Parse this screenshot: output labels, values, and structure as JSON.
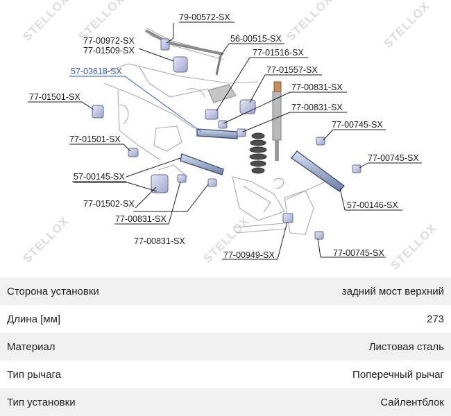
{
  "diagram": {
    "watermark": "STELLOX",
    "labels": [
      {
        "id": "l1",
        "text": "79-00572-SX"
      },
      {
        "id": "l2",
        "text": "77-00972-SX"
      },
      {
        "id": "l3",
        "text": "77-01509-SX"
      },
      {
        "id": "l4",
        "text": "56-00515-SX"
      },
      {
        "id": "l5",
        "text": "77-01516-SX"
      },
      {
        "id": "l6",
        "text": "57-03618-SX"
      },
      {
        "id": "l7",
        "text": "77-01557-SX"
      },
      {
        "id": "l8",
        "text": "77-01501-SX"
      },
      {
        "id": "l9",
        "text": "77-00831-SX"
      },
      {
        "id": "l10",
        "text": "77-00831-SX"
      },
      {
        "id": "l11",
        "text": "77-00745-SX"
      },
      {
        "id": "l12",
        "text": "77-01501-SX"
      },
      {
        "id": "l13",
        "text": "77-00745-SX"
      },
      {
        "id": "l14",
        "text": "57-00145-SX"
      },
      {
        "id": "l15",
        "text": "77-01502-SX"
      },
      {
        "id": "l16",
        "text": "57-00146-SX"
      },
      {
        "id": "l17",
        "text": "77-00831-SX"
      },
      {
        "id": "l18",
        "text": "77-00831-SX"
      },
      {
        "id": "l19",
        "text": "77-00745-SX"
      },
      {
        "id": "l20",
        "text": "77-00949-SX"
      }
    ],
    "highlight_color": "#2f5bd0",
    "bushing_color": "#c8cde6"
  },
  "specs": [
    {
      "name": "Сторона установки",
      "value": "задний мост верхний"
    },
    {
      "name": "Длина [мм]",
      "value": "273"
    },
    {
      "name": "Материал",
      "value": "Листовая сталь"
    },
    {
      "name": "Тип рычага",
      "value": "Поперечный рычаг"
    },
    {
      "name": "Тип установки",
      "value": "Сайлентблок"
    }
  ]
}
